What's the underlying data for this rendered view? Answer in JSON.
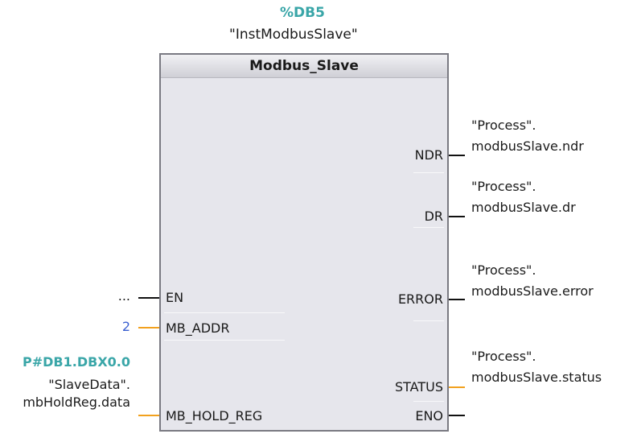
{
  "instance": {
    "db_number": "%DB5",
    "db_name": "\"InstModbusSlave\""
  },
  "block": {
    "title": "Modbus_Slave"
  },
  "inputs": {
    "en": {
      "pin": "EN",
      "value": "..."
    },
    "mb_addr": {
      "pin": "MB_ADDR",
      "value": "2"
    },
    "mb_hold_reg": {
      "pin": "MB_HOLD_REG",
      "pointer": "P#DB1.DBX0.0",
      "line1": "\"SlaveData\".",
      "line2": "mbHoldReg.data"
    }
  },
  "outputs": {
    "ndr": {
      "pin": "NDR",
      "line1": "\"Process\".",
      "line2": "modbusSlave.ndr"
    },
    "dr": {
      "pin": "DR",
      "line1": "\"Process\".",
      "line2": "modbusSlave.dr"
    },
    "error": {
      "pin": "ERROR",
      "line1": "\"Process\".",
      "line2": "modbusSlave.error"
    },
    "status": {
      "pin": "STATUS",
      "line1": "\"Process\".",
      "line2": "modbusSlave.status"
    },
    "eno": {
      "pin": "ENO"
    }
  },
  "colors": {
    "bool_wire": "#111111",
    "value_wire": "#f2a11e",
    "constant": "#3a5fd0",
    "accent": "#3aa6a8"
  }
}
